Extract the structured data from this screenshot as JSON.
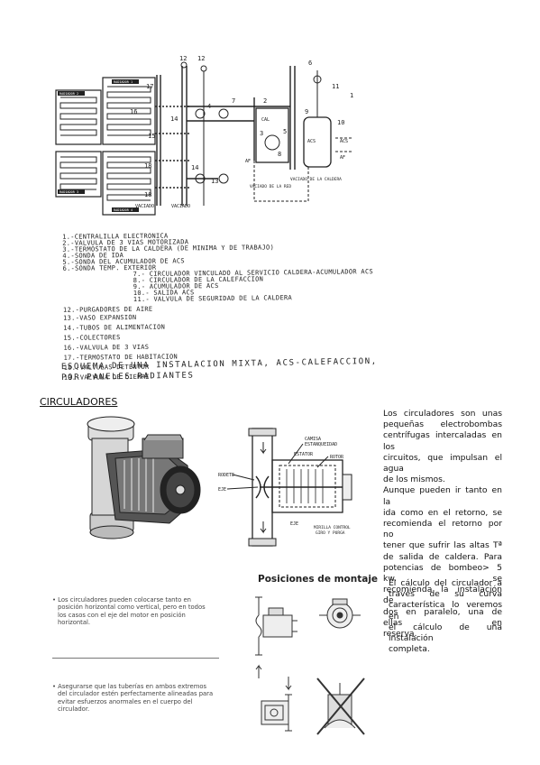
{
  "schematic": {
    "radiator_labels": [
      "RADIADOR 1",
      "RADIADOR 2",
      "RADIADOR 3",
      "RADIADOR 4"
    ],
    "point_numbers": [
      "12",
      "12",
      "17",
      "16",
      "14",
      "14",
      "13",
      "15",
      "18",
      "18",
      "4",
      "6",
      "7",
      "9",
      "10",
      "1",
      "2",
      "3",
      "5",
      "8",
      "11"
    ],
    "bottom_labels": [
      "VACIADO",
      "VACIADO",
      "VACIADO DE LA CALDERA",
      "VACIADO DE LA RED"
    ],
    "side_labels": [
      "AF",
      "ACS",
      "AF"
    ]
  },
  "legend": {
    "items": [
      "1.-CENTRALILLA ELECTRONICA",
      "2.-VALVULA DE 3 VIAS MOTORIZADA",
      "3.-TERMOSTATO DE LA CALDERA (DE MINIMA Y DE TRABAJO)",
      "4.-SONDA DE IDA",
      "5.-SONDA DEL ACUMULADOR DE ACS",
      "6.-SONDA TEMP. EXTERIOR",
      "7.- CIRCULADOR VINCULADO AL SERVICIO CALDERA-ACUMULADOR ACS",
      "8.- CIRCULADOR DE LA CALEFACCION",
      "9.- ACUMULADOR DE ACS",
      "10.- SALIDA ACS",
      "11.- VALVULA DE SEGURIDAD DE LA CALDERA",
      "12.-PURGADORES DE AIRE",
      "13.-VASO EXPANSION",
      "14.-TUBOS DE ALIMENTACION",
      "15.-COLECTORES",
      "16.-VALVULA DE 3 VIAS",
      "17.-TERMOSTATO DE HABITACION",
      "18.-VALVULAS DETENTOR",
      "19.-VALVULA DE CIERRE"
    ],
    "caption_line1": "ESQUEMA DE UNA INSTALACION MIXTA, ACS-CALEFACCION,",
    "caption_line2": "POR PANELES RADIANTES"
  },
  "section": {
    "title": "CIRCULADORES",
    "paragraph1_lines": [
      "Los circuladores son unas",
      "pequeñas electrobombas",
      "centrífugas intercaladas en los",
      "circuitos, que impulsan el agua",
      "de los mismos."
    ],
    "paragraph2_lines": [
      "Aunque pueden ir tanto en la",
      "ida como en el retorno, se",
      "recomienda el retorno por no",
      "tener que sufrir las altas Tª",
      "de salida de caldera. Para",
      "potencias de bombeo> 5 kw. se",
      "recomienda la instalación de",
      "dos en paralelo, una de ellas en",
      "reserva."
    ],
    "paragraph3_lines": [
      "El cálculo del circulador a",
      "través de su curva",
      "característica lo veremos en",
      "el cálculo de una instalación",
      "completa."
    ]
  },
  "cutaway_labels": {
    "camisa": "CAMISA",
    "estanqueidad": "ESTANQUEIDAD",
    "estator": "ESTATOR",
    "rotor": "ROTOR",
    "rodete": "RODETE",
    "eje": "EJE",
    "mirilla": "MIRILLA CONTROL",
    "giro": "GIRO Y PURGA"
  },
  "montaje": {
    "title": "Posiciones de montaje",
    "note1_lines": [
      "• Los circuladores pueden colocarse tanto en",
      "posición horizontal como vertical, pero en todos",
      "los casos con el eje del motor en posición",
      "horizontal."
    ],
    "note2_lines": [
      "• Asegurarse que las tuberías en ambos extremos",
      "del circulador estén perfectamente alineadas para",
      "evitar esfuerzos anormales en el cuerpo del",
      "circulador."
    ]
  }
}
